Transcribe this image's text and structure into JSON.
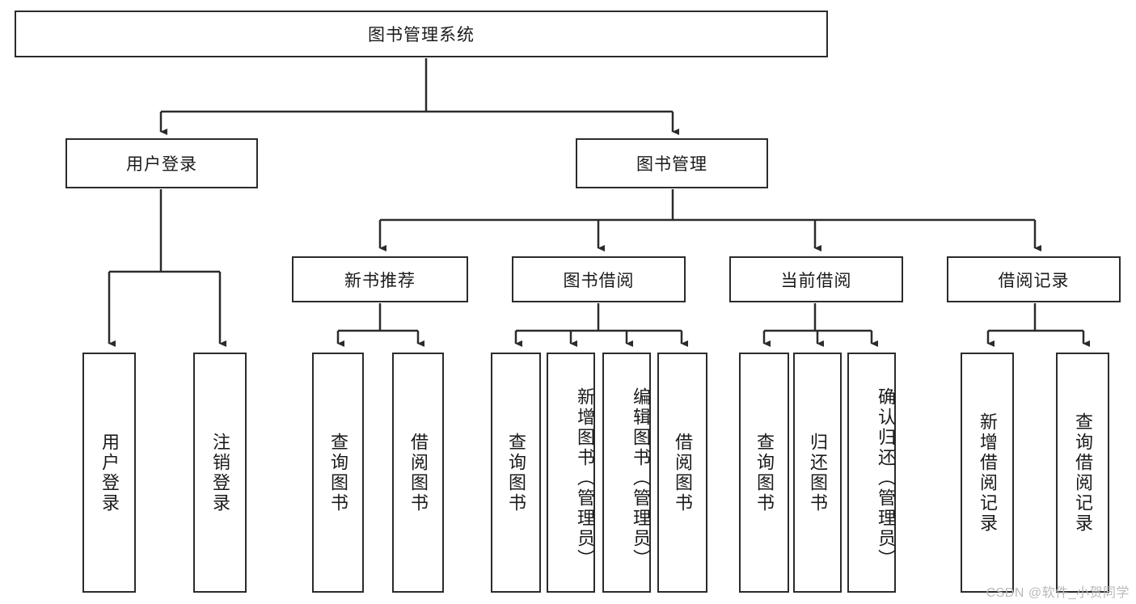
{
  "diagram": {
    "title": "图书管理系统",
    "watermark": "CSDN @软件_小贺同学",
    "line_color": "#2b2b2b",
    "text_color": "#1a1a1a",
    "background": "#ffffff",
    "root": {
      "label": "图书管理系统"
    },
    "level2": [
      {
        "label": "用户登录"
      },
      {
        "label": "图书管理"
      }
    ],
    "level3": [
      {
        "label": "新书推荐"
      },
      {
        "label": "图书借阅"
      },
      {
        "label": "当前借阅"
      },
      {
        "label": "借阅记录"
      }
    ],
    "leaves": {
      "user_login": [
        {
          "label": "用户登录"
        },
        {
          "label": "注销登录"
        }
      ],
      "new_book_recommend": [
        {
          "label": "查询图书"
        },
        {
          "label": "借阅图书"
        }
      ],
      "book_borrow": [
        {
          "label": "查询图书"
        },
        {
          "label": "新增图书（管理员）"
        },
        {
          "label": "编辑图书（管理员）"
        },
        {
          "label": "借阅图书"
        }
      ],
      "current_borrow": [
        {
          "label": "查询图书"
        },
        {
          "label": "归还图书"
        },
        {
          "label": "确认归还（管理员）"
        }
      ],
      "borrow_record": [
        {
          "label": "新增借阅记录"
        },
        {
          "label": "查询借阅记录"
        }
      ]
    }
  }
}
